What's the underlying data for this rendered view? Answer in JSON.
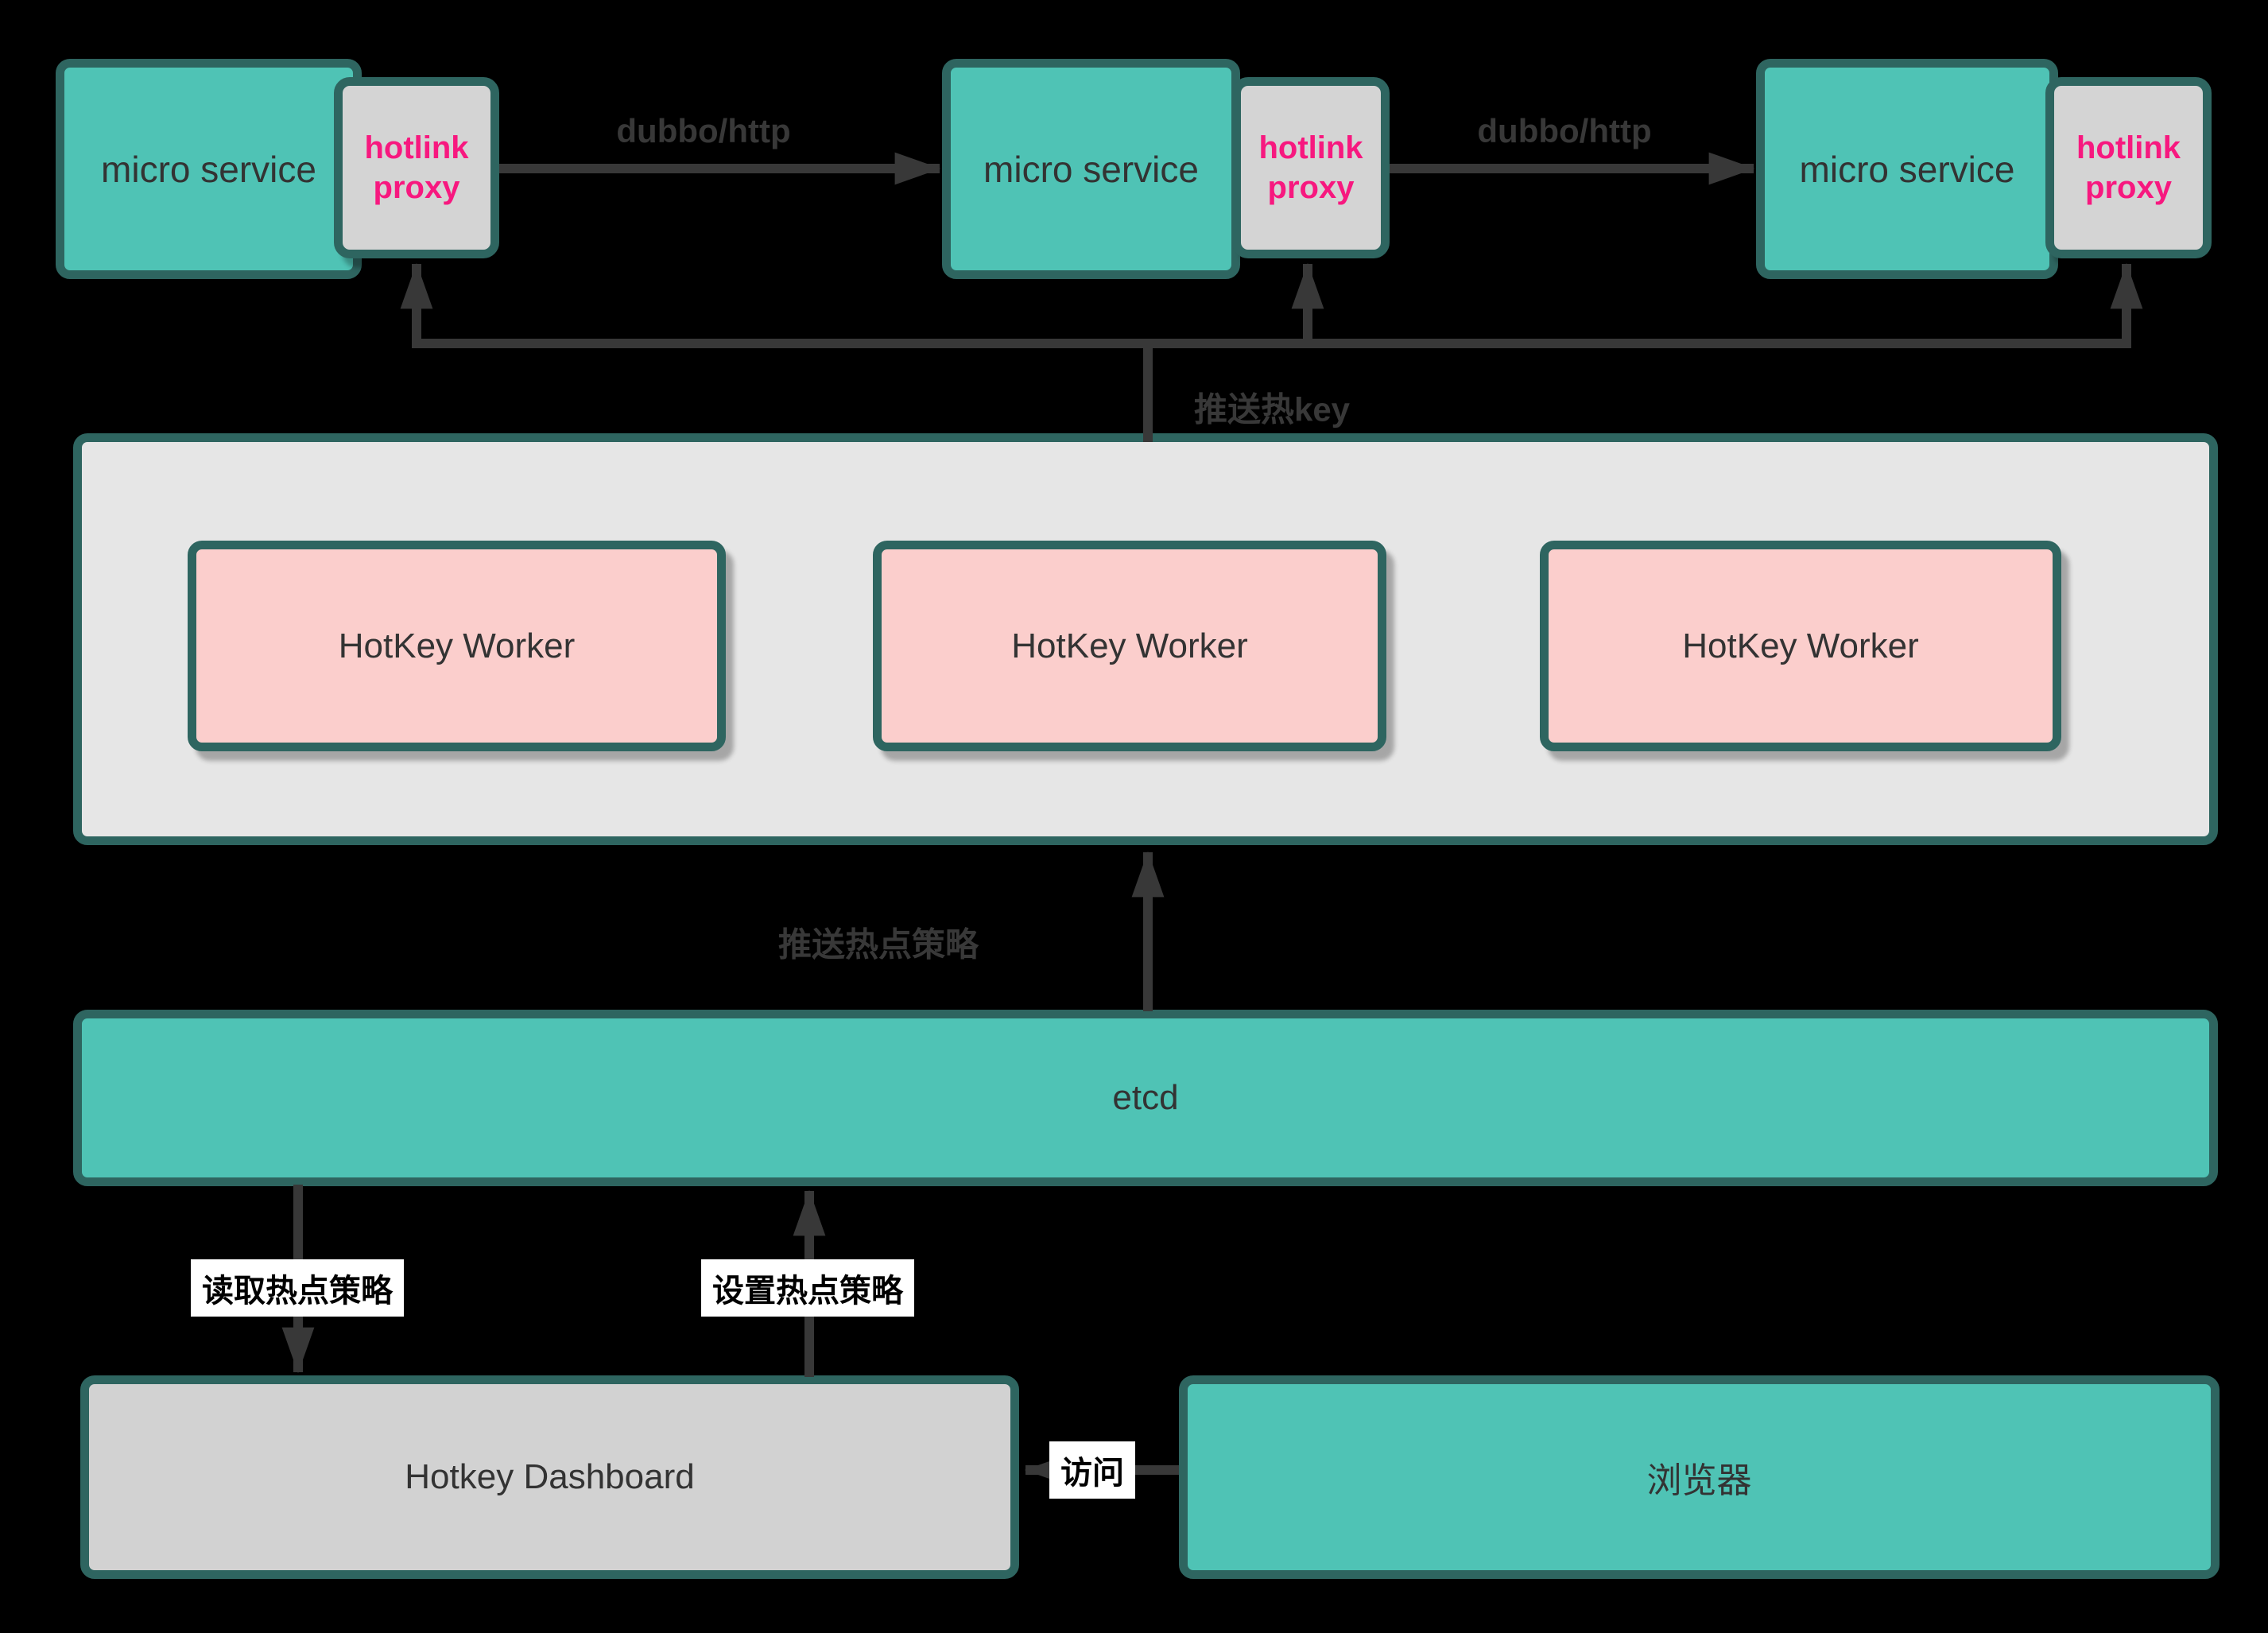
{
  "colors": {
    "background": "#000000",
    "teal_fill": "#4FC3B5",
    "teal_border": "#2E6560",
    "container_gray": "#E6E6E6",
    "proxy_gray": "#D4D4D4",
    "dashboard_gray": "#D2D2D2",
    "worker_pink": "#FBCECC",
    "proxy_text_pink": "#F7187F",
    "node_text": "#333333",
    "edge_color": "#383838",
    "edge_label_bg": "#FFFFFF",
    "edge_label_text": "#000000"
  },
  "top_row": {
    "services": [
      {
        "label": "micro service"
      },
      {
        "label": "micro service"
      },
      {
        "label": "micro service"
      }
    ],
    "proxies": [
      {
        "label": "hotlink proxy"
      },
      {
        "label": "hotlink proxy"
      },
      {
        "label": "hotlink proxy"
      }
    ],
    "rpc_labels": [
      {
        "label": "dubbo/http"
      },
      {
        "label": "dubbo/http"
      }
    ]
  },
  "worker_cluster": {
    "workers": [
      {
        "label": "HotKey Worker"
      },
      {
        "label": "HotKey Worker"
      },
      {
        "label": "HotKey Worker"
      }
    ]
  },
  "etcd": {
    "label": "etcd"
  },
  "dashboard": {
    "label": "Hotkey Dashboard"
  },
  "browser": {
    "label": "浏览器"
  },
  "edge_labels": {
    "push_hotkey": "推送热key",
    "push_policy": "推送热点策略",
    "read_policy": "读取热点策略",
    "set_policy": "设置热点策略",
    "visit": "访问"
  }
}
